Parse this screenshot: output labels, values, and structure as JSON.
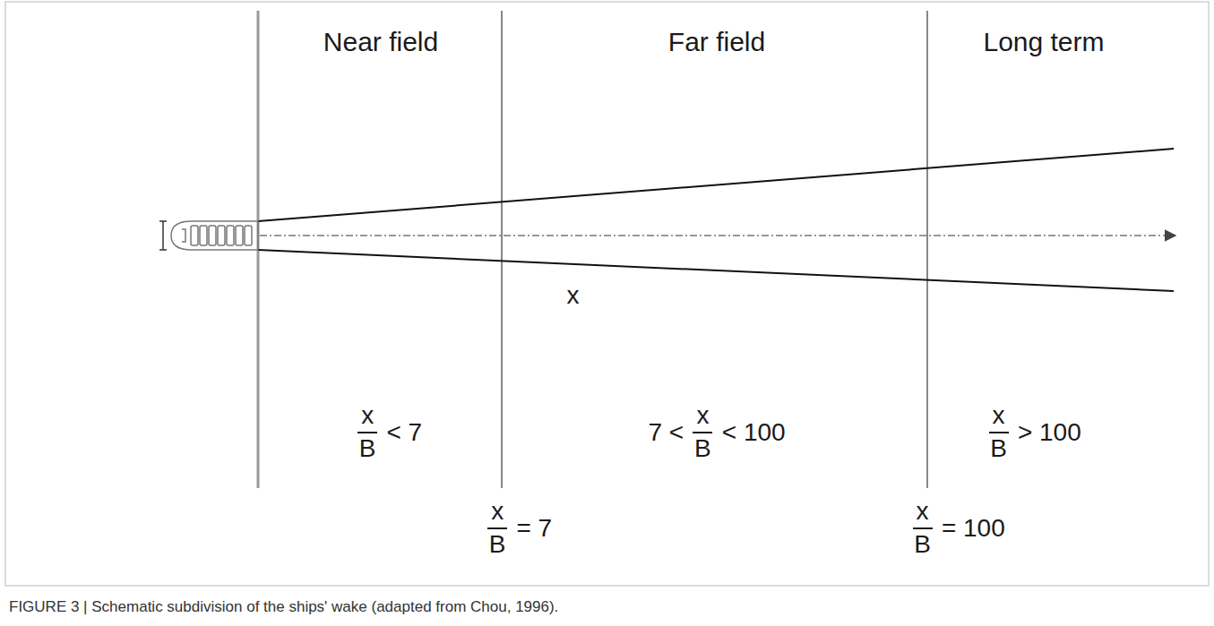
{
  "diagram": {
    "caption": "FIGURE 3 | Schematic subdivision of the ships' wake (adapted from Chou, 1996).",
    "labels": [
      "B",
      "x",
      "Near field",
      "Far field",
      "Long term",
      "x",
      "B",
      "< 7",
      "7 <",
      "x",
      "B",
      "< 100",
      "x",
      "B",
      "> 100",
      "x",
      "B",
      "= 7",
      "x",
      "B",
      "= 100"
    ]
  }
}
